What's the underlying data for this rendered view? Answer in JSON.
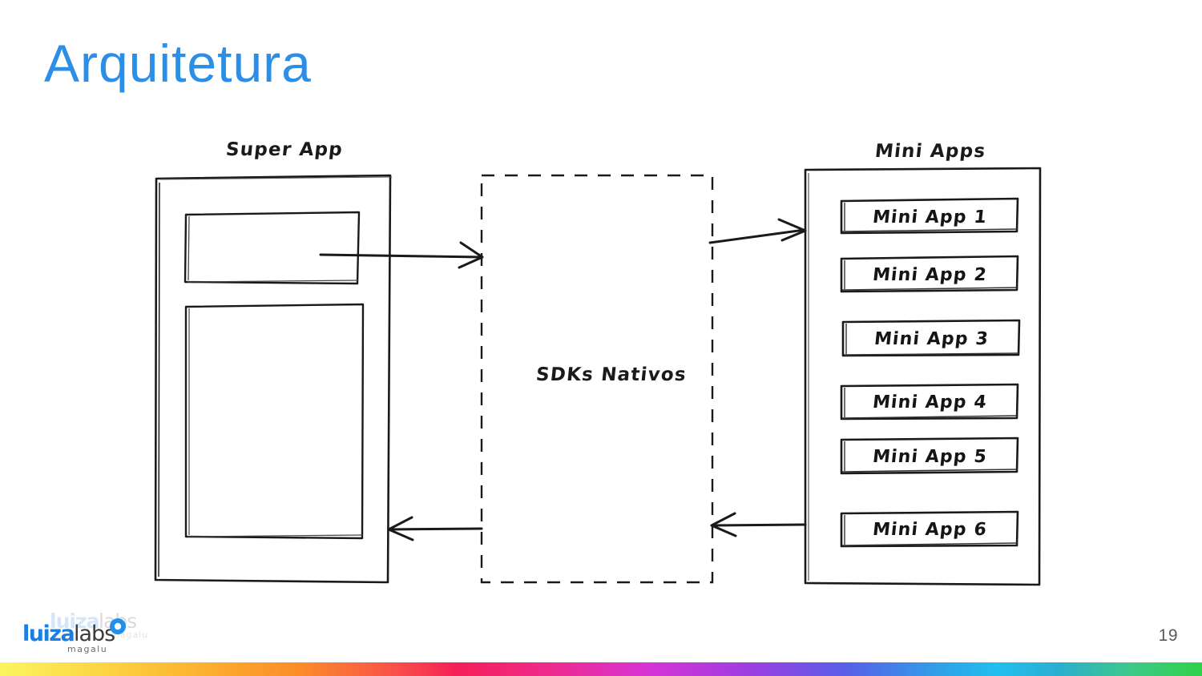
{
  "slide": {
    "title": "Arquitetura",
    "title_color": "#2b8fe8",
    "page_number": "19",
    "background": "#ffffff"
  },
  "diagram": {
    "type": "hand-drawn-architecture",
    "super_app": {
      "label": "Super App",
      "top_panel": "",
      "body_panel": ""
    },
    "sdks": {
      "label": "SDKs Nativos",
      "border_style": "dashed"
    },
    "mini_apps": {
      "label": "Mini Apps",
      "items": [
        {
          "label": "Mini App 1"
        },
        {
          "label": "Mini App 2"
        },
        {
          "label": "Mini App 3"
        },
        {
          "label": "Mini App 4"
        },
        {
          "label": "Mini App 5"
        },
        {
          "label": "Mini App 6"
        }
      ]
    },
    "arrows": [
      {
        "name": "super-app-to-sdks",
        "direction": "right"
      },
      {
        "name": "sdks-to-mini-apps",
        "direction": "right"
      },
      {
        "name": "sdks-to-super-app",
        "direction": "left"
      },
      {
        "name": "mini-apps-to-sdks",
        "direction": "left"
      }
    ]
  },
  "footer": {
    "logo": {
      "primary": "luiza",
      "secondary": "labs",
      "tagline": "magalu"
    },
    "bar_colors": [
      "#fbf55f",
      "#fcd341",
      "#fcb02f",
      "#fb8b28",
      "#f9504a",
      "#f51f58",
      "#ee2b8f",
      "#d634d6",
      "#a03de0",
      "#5b5ce8",
      "#2f9fe8",
      "#22c0ef",
      "#2aaed0",
      "#3ec98a",
      "#2fd14a"
    ]
  }
}
